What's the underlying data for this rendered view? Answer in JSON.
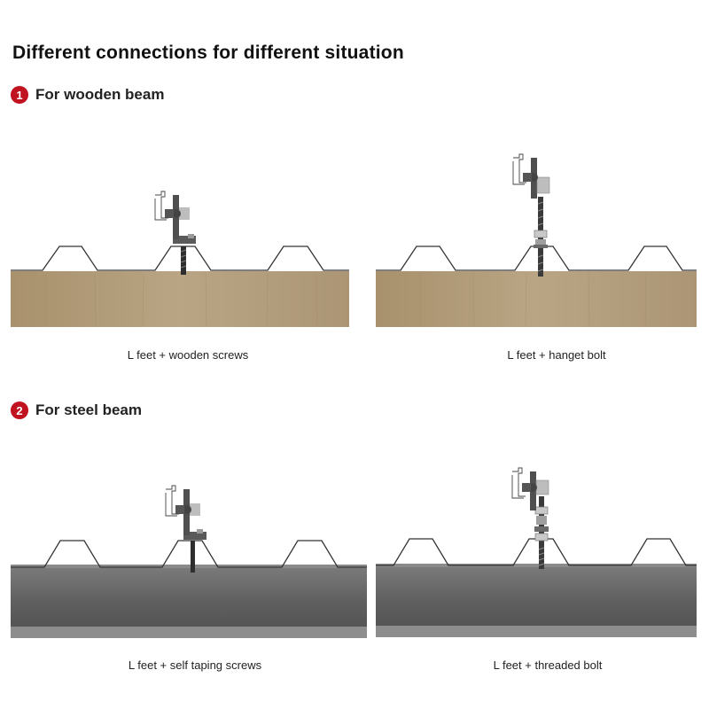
{
  "title": "Different connections for different situation",
  "sections": [
    {
      "number": "1",
      "title": "For wooden beam",
      "panels": [
        {
          "caption": "L feet + wooden screws",
          "beam": "wood",
          "fastener": "screw"
        },
        {
          "caption": "L feet + hanget bolt",
          "beam": "wood",
          "fastener": "hanger-bolt"
        }
      ]
    },
    {
      "number": "2",
      "title": "For steel beam",
      "panels": [
        {
          "caption": "L feet + self taping screws",
          "beam": "steel",
          "fastener": "screw"
        },
        {
          "caption": "L feet + threaded bolt",
          "beam": "steel",
          "fastener": "threaded-bolt"
        }
      ]
    }
  ],
  "colors": {
    "badge": "#c1121f",
    "wood": "#b4a07f",
    "steel": "#6d6d6d",
    "bracket": "#5a5a5a"
  }
}
